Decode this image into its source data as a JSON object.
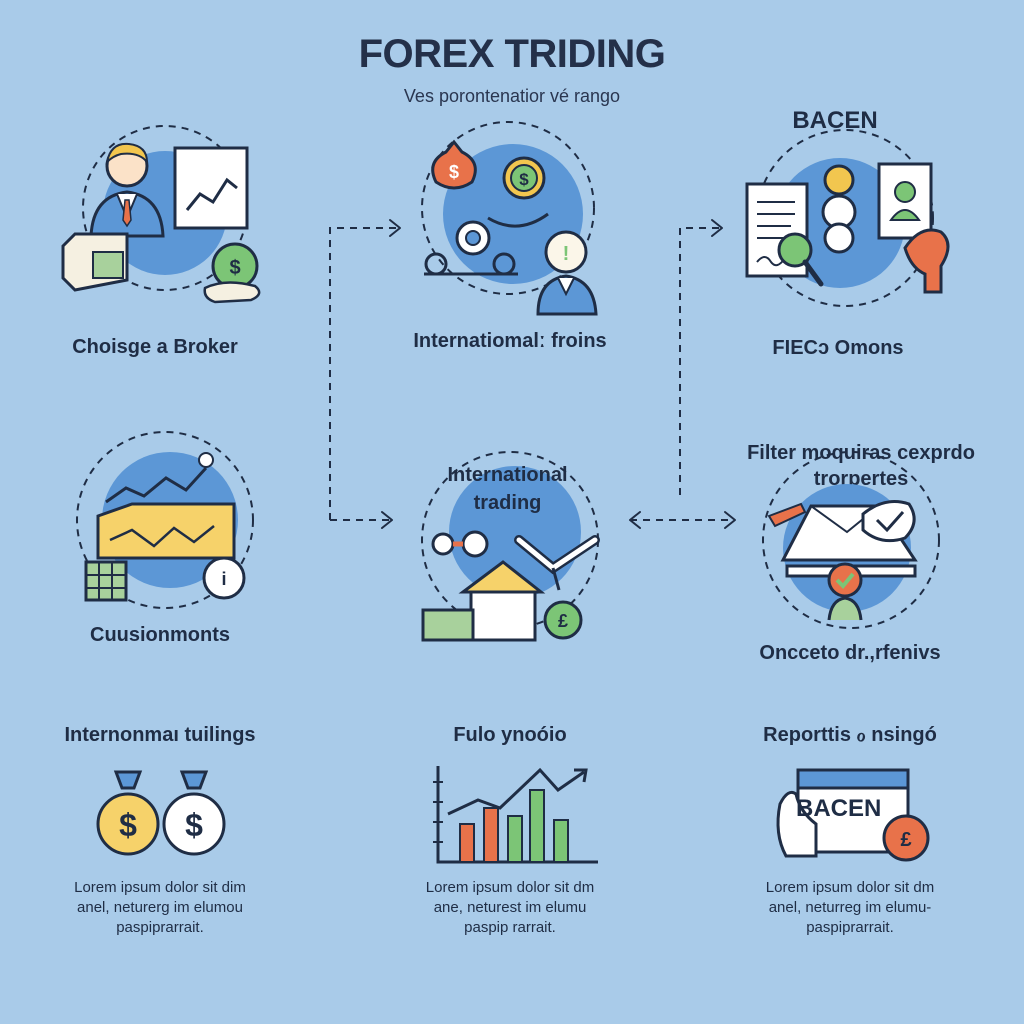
{
  "header": {
    "title": "FOREX TRIDING",
    "subtitle": "Ves porontenatior vé rango"
  },
  "nodes": {
    "broker": {
      "label": "Choisge a Broker"
    },
    "international_top": {
      "label": "Internatiomalː froins"
    },
    "bacen": {
      "heading": "BACEN",
      "label": "FIECɔ Omons"
    },
    "cuisionmonts": {
      "label": "Cuusionmonts"
    },
    "center": {
      "label_line1": "International",
      "label_line2": "trading"
    },
    "filter": {
      "label_line1": "Filter moquiras cexprdo",
      "label_line2": "trorpertes",
      "bottom_label": "Onccetо dr.,rfenivs"
    }
  },
  "bottom": {
    "col1": {
      "heading": "Internonmaı tuilings",
      "text_line1": "Lorem ipsum dolor sit dim",
      "text_line2": "anel, neturerg im elumou",
      "text_line3": "paspiprarrait."
    },
    "col2": {
      "heading": "Fulo ynoóio",
      "text_line1": "Lorem ipsum dolor sit dm",
      "text_line2": "ane, neturest im elumu",
      "text_line3": "paspip rarrait."
    },
    "col3": {
      "heading": "Reporttis ℴ nsingó",
      "badge": "BACEN",
      "text_line1": "Lorem ipsum dolor sit dm",
      "text_line2": "anel, neturreg im elumu-",
      "text_line3": "paspiprarrait."
    }
  },
  "icons": {
    "dollar_symbol": "$",
    "pound_symbol": "£",
    "euro_symbol": "€",
    "info_symbol": "i",
    "clock_symbol": "i"
  },
  "colors": {
    "background": "#a9cbe9",
    "circle": "#5c97d6",
    "outline": "#1f2d45",
    "yellow": "#f6d26a",
    "green": "#7cc576",
    "orange": "#e8724a",
    "cream": "#f5f0e1"
  }
}
